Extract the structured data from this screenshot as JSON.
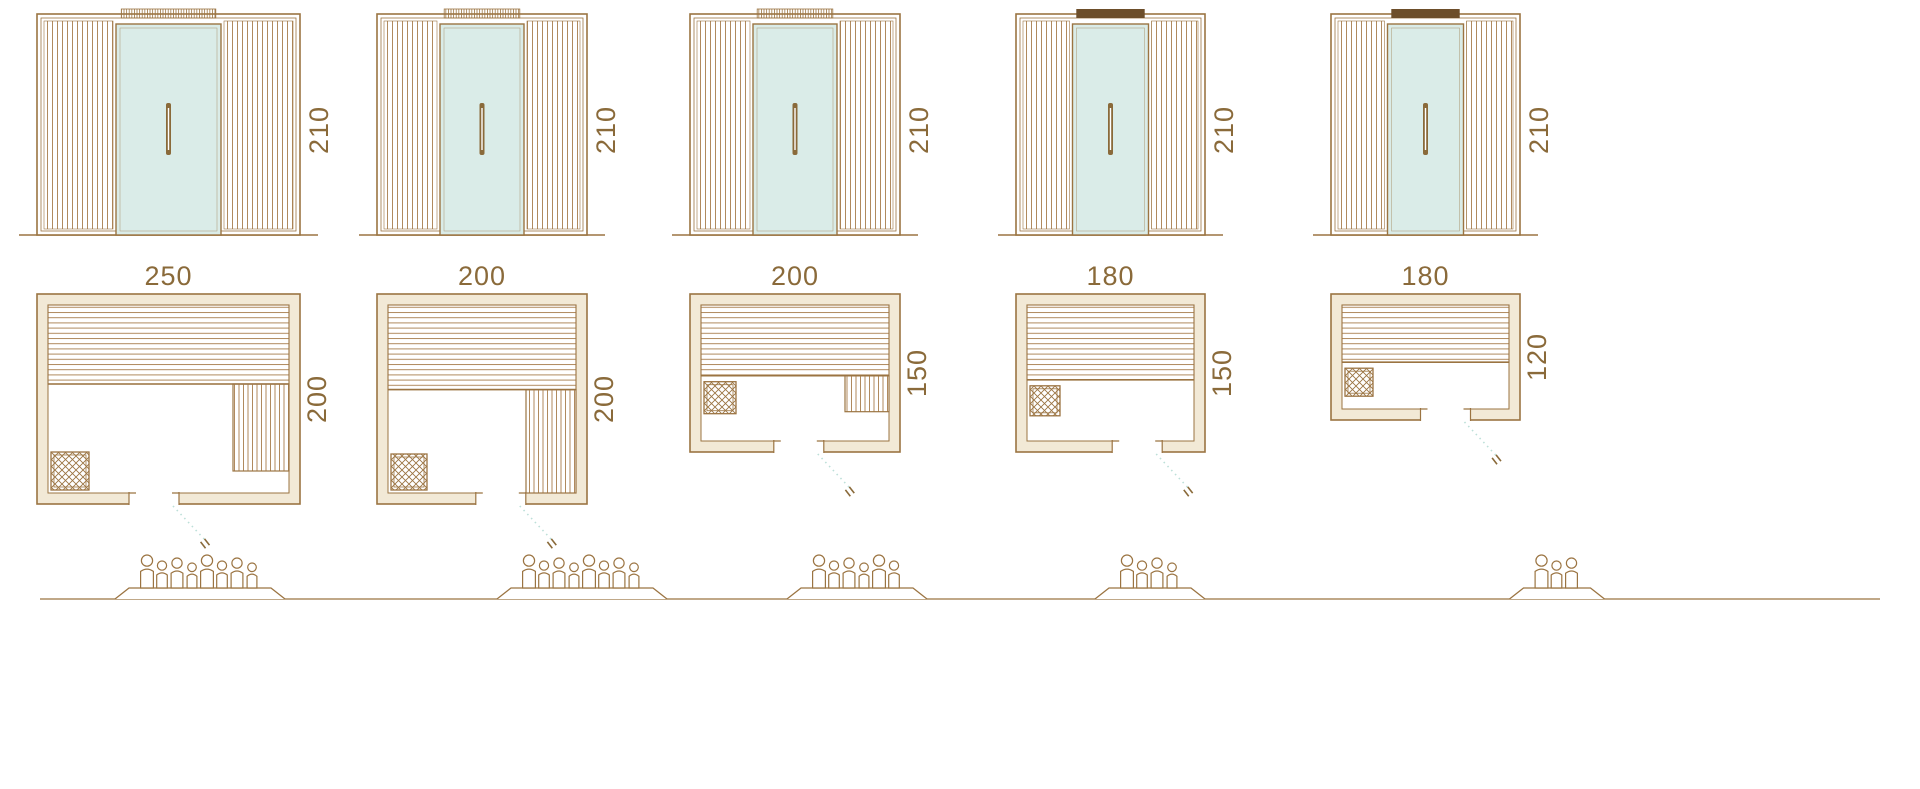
{
  "diagram": {
    "type": "sauna-size-lineup",
    "views": [
      "front-elevation",
      "floor-plan",
      "capacity-figures"
    ]
  },
  "colors": {
    "line": "#9b7442",
    "line_light": "#b08a5e",
    "dim_text": "#8a6a3a",
    "glass": "#daece8",
    "wall": "#f2e9d6",
    "vent_dark": "#6d4e2a",
    "door_swing": "#bcdfd8"
  },
  "saunas": [
    {
      "name": "sauna-250x200",
      "elevation": {
        "height_label": "210",
        "top_vent": "hatched"
      },
      "plan": {
        "width_label": "250",
        "depth_label": "200",
        "width_cm": 250,
        "depth_cm": 200,
        "bench_depth_frac": 0.42,
        "side_bench": "long",
        "side_bench_w": 56,
        "door_frac": 0.44,
        "heater_position": "bottom-left",
        "heater_size": 38
      },
      "capacity_people": 8
    },
    {
      "name": "sauna-200x200",
      "elevation": {
        "height_label": "210",
        "top_vent": "hatched"
      },
      "plan": {
        "width_label": "200",
        "depth_label": "200",
        "width_cm": 200,
        "depth_cm": 200,
        "bench_depth_frac": 0.45,
        "side_bench": "full",
        "side_bench_w": 50,
        "door_frac": 0.6,
        "heater_position": "bottom-left",
        "heater_size": 36
      },
      "capacity_people": 8
    },
    {
      "name": "sauna-200x150",
      "elevation": {
        "height_label": "210",
        "top_vent": "hatched"
      },
      "plan": {
        "width_label": "200",
        "depth_label": "150",
        "width_cm": 200,
        "depth_cm": 150,
        "bench_depth_frac": 0.52,
        "side_bench": "short",
        "side_bench_w": 44,
        "door_frac": 0.52,
        "heater_position": "left",
        "heater_size": 32
      },
      "capacity_people": 6
    },
    {
      "name": "sauna-180x150",
      "elevation": {
        "height_label": "210",
        "top_vent": "solid"
      },
      "plan": {
        "width_label": "180",
        "depth_label": "150",
        "width_cm": 180,
        "depth_cm": 150,
        "bench_depth_frac": 0.55,
        "side_bench": "none",
        "side_bench_w": 0,
        "door_frac": 0.66,
        "heater_position": "left",
        "heater_size": 30
      },
      "capacity_people": 4
    },
    {
      "name": "sauna-180x120",
      "elevation": {
        "height_label": "210",
        "top_vent": "solid"
      },
      "plan": {
        "width_label": "180",
        "depth_label": "120",
        "width_cm": 180,
        "depth_cm": 120,
        "bench_depth_frac": 0.55,
        "side_bench": "none",
        "side_bench_w": 0,
        "door_frac": 0.62,
        "heater_position": "left",
        "heater_size": 28
      },
      "capacity_people": 3
    }
  ]
}
